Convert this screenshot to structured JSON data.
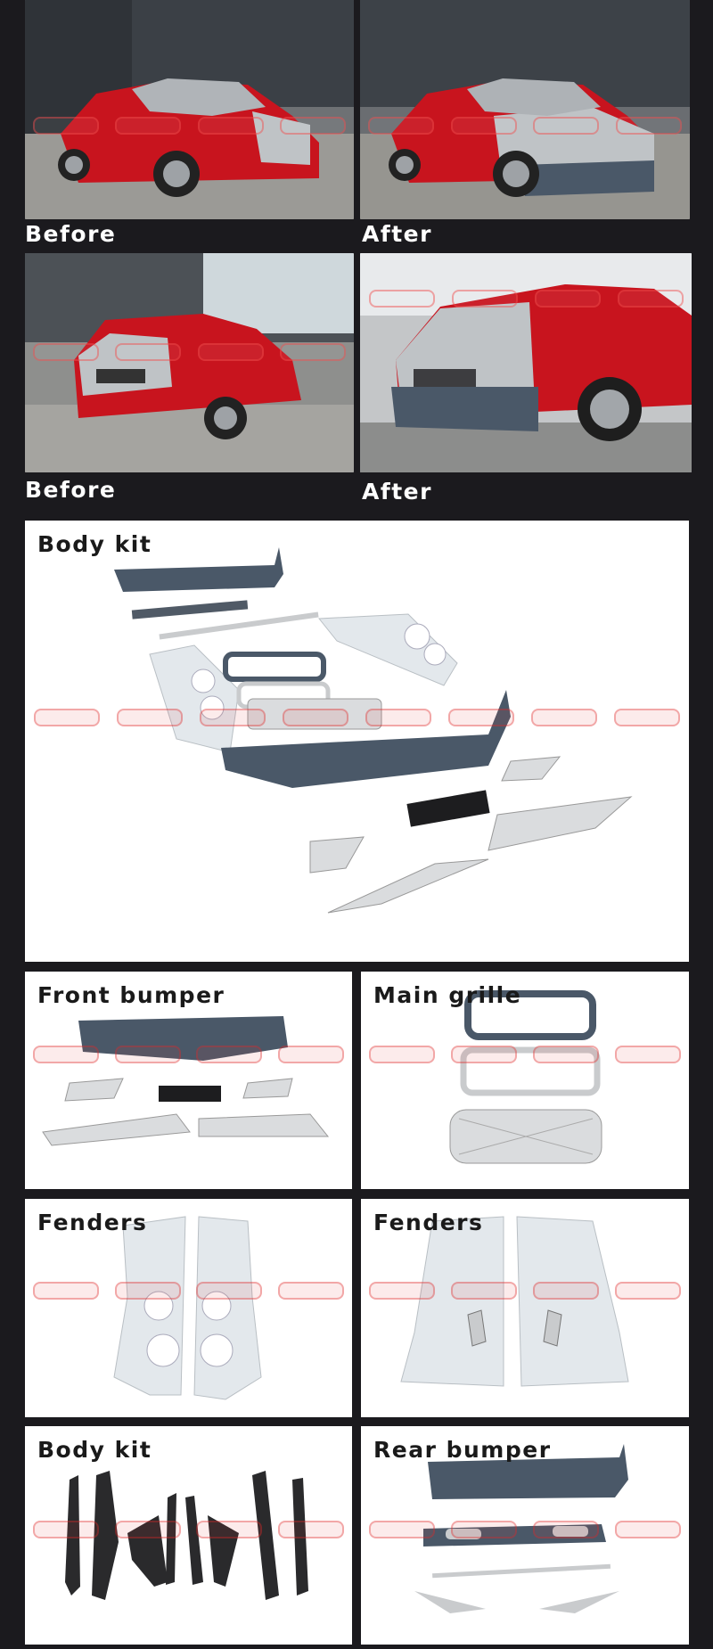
{
  "comparisons": [
    {
      "label": "Before"
    },
    {
      "label": "After"
    },
    {
      "label": "Before"
    },
    {
      "label": "After"
    }
  ],
  "panels": {
    "body_kit_full": "Body kit",
    "front_bumper": "Front bumper",
    "main_grille": "Main grille",
    "fenders_rear": "Fenders",
    "fenders_front": "Fenders",
    "body_kit_brackets": "Body kit",
    "rear_bumper": "Rear bumper"
  },
  "colors": {
    "background": "#1b1a1e",
    "car_red": "#c8141e",
    "car_silver": "#bfc3c6",
    "bumper_primer": "#4a5868",
    "chrome": "#d4d6d8",
    "fender_white": "#e3e8ec"
  },
  "icons": [
    "watermark-logo"
  ]
}
